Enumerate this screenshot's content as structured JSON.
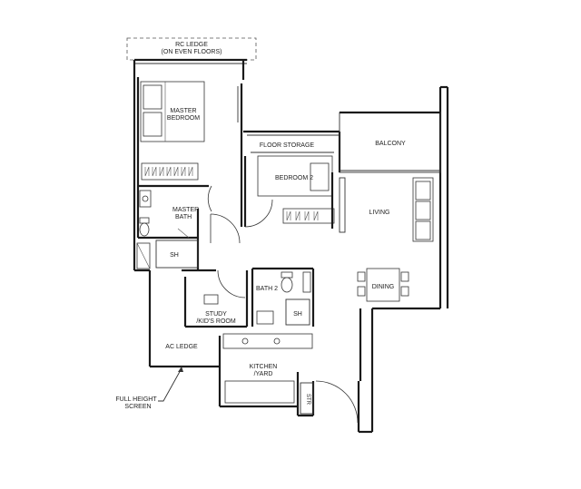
{
  "rooms": {
    "rc_ledge_line1": "RC LEDGE",
    "rc_ledge_line2": "(ON EVEN FLOORS)",
    "master_bedroom_line1": "MASTER",
    "master_bedroom_line2": "BEDROOM",
    "floor_storage": "FLOOR STORAGE",
    "balcony": "BALCONY",
    "bedroom_2": "BEDROOM 2",
    "master_bath_line1": "MASTER",
    "master_bath_line2": "BATH",
    "living": "LIVING",
    "sh_master": "SH",
    "bath_2": "BATH 2",
    "dining": "DINING",
    "study_line1": "STUDY",
    "study_line2": "/KID'S ROOM",
    "sh_bath2": "SH",
    "ac_ledge": "AC LEDGE",
    "kitchen_line1": "KITCHEN",
    "kitchen_line2": "/YARD",
    "full_height_screen_line1": "FULL HEIGHT",
    "full_height_screen_line2": "SCREEN",
    "str": "STR"
  },
  "icons": [
    "door-swing-icon",
    "wardrobe-icon",
    "toilet-icon",
    "basin-icon",
    "sofa-icon",
    "dining-table-icon",
    "bed-icon"
  ]
}
